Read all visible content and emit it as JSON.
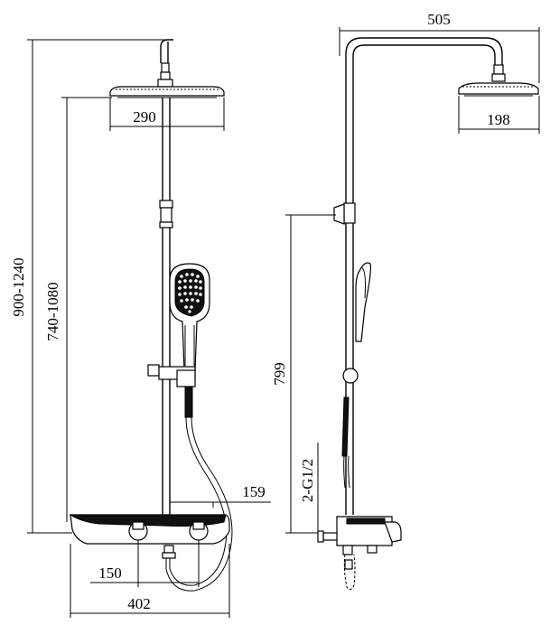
{
  "front_view": {
    "dimensions": {
      "total_height": "900-1240",
      "bar_height": "740-1080",
      "head_diameter": "290",
      "shelf_depth": "159",
      "inlet_spacing": "150",
      "shelf_width": "402"
    }
  },
  "side_view": {
    "dimensions": {
      "arm_reach": "505",
      "head_size": "198",
      "bracket_height": "799",
      "inlet_thread": "2-G1/2"
    }
  }
}
